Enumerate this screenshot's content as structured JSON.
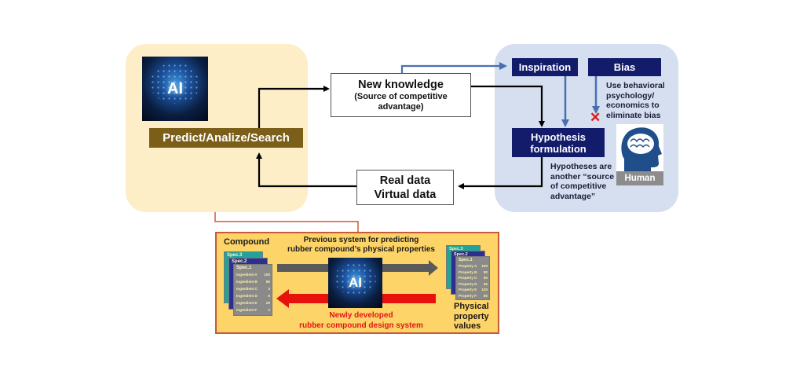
{
  "ai_panel": {
    "ai_label": "AI",
    "action_label": "Predict/Analize/Search"
  },
  "center": {
    "new_knowledge_title": "New knowledge",
    "new_knowledge_sub1": "(Source of competitive",
    "new_knowledge_sub2": "advantage)",
    "data_line1": "Real data",
    "data_line2": "Virtual data"
  },
  "human_panel": {
    "inspiration": "Inspiration",
    "bias": "Bias",
    "bias_note": [
      "Use behavioral",
      "psychology/",
      "economics to",
      "eliminate bias"
    ],
    "hypothesis_line1": "Hypothesis",
    "hypothesis_line2": "formulation",
    "hypothesis_note": [
      "Hypotheses are",
      "another “source",
      "of competitive",
      "advantage”"
    ],
    "human_label": "Human",
    "cross_mark": "✕"
  },
  "bottom_panel": {
    "compound_label": "Compound",
    "previous_line1": "Previous system for predicting",
    "previous_line2": "rubber compound’s physical properties",
    "new_line1": "Newly developed",
    "new_line2": "rubber compound design system",
    "ai_label": "AI",
    "physical_label": [
      "Physical",
      "property",
      "values"
    ],
    "compound_specs": [
      "Spec.3",
      "Spec.2",
      "Spec.1"
    ],
    "ingredients": [
      {
        "name": "Ingredient A",
        "value": "100"
      },
      {
        "name": "Ingredient B",
        "value": "80"
      },
      {
        "name": "Ingredient C",
        "value": "3"
      },
      {
        "name": "Ingredient D",
        "value": "5"
      },
      {
        "name": "Ingredient E",
        "value": "20"
      },
      {
        "name": "Ingredient F",
        "value": "2"
      }
    ],
    "property_specs": [
      "Spec.3",
      "Spec.2",
      "Spec.1"
    ],
    "properties": [
      {
        "name": "Property A",
        "value": "100"
      },
      {
        "name": "Property B",
        "value": "80"
      },
      {
        "name": "Property C",
        "value": "50"
      },
      {
        "name": "Property D",
        "value": "45"
      },
      {
        "name": "Property E",
        "value": "120"
      },
      {
        "name": "Property F",
        "value": "90"
      }
    ]
  },
  "colors": {
    "ai_panel_bg": "#fdeec8",
    "human_panel_bg": "#d5dff0",
    "predict_bar": "#7b5f18",
    "navy": "#121c6b",
    "bottom_panel_bg": "#fdd467",
    "new_system_red": "#e8120c",
    "previous_arrow_gray": "#5a5a5a",
    "cross_red": "#e01515",
    "blue_arrow": "#4a6fb0"
  }
}
